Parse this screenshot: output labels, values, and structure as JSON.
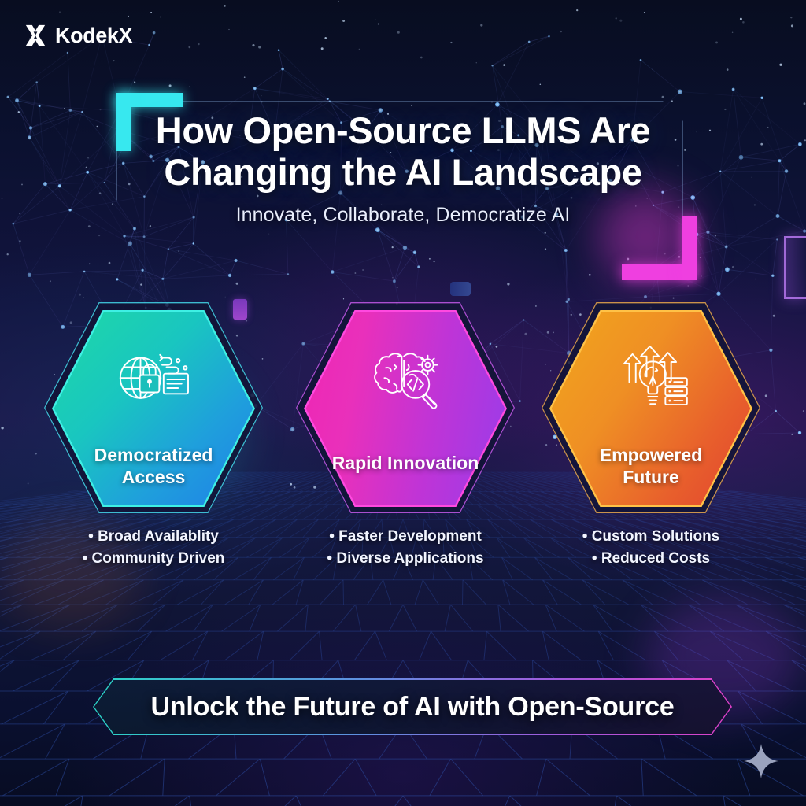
{
  "brand": {
    "name": "KodekX",
    "logo_icon": "x-mark-icon",
    "logo_color": "#ffffff"
  },
  "hero": {
    "headline_line1": "How Open-Source LLMS Are",
    "headline_line2": "Changing the AI Landscape",
    "subtitle": "Innovate, Collaborate, Democratize AI",
    "bracket_top_left_color": "#37e8ef",
    "bracket_bottom_right_color": "#ef3fe0"
  },
  "cards": [
    {
      "title_line1": "Democratized",
      "title_line2": "Access",
      "icon": "globe-lock-document-icon",
      "gradient_from": "#1ed9a6",
      "gradient_to": "#1f7fe8",
      "edge_color": "#3ef0e4",
      "bullets": [
        "Broad Availablity",
        "Community Driven"
      ]
    },
    {
      "title_line1": "Rapid Innovation",
      "title_line2": "",
      "icon": "brain-gear-code-search-icon",
      "gradient_from": "#ee27b4",
      "gradient_to": "#9a3ce9",
      "edge_color": "#ff49e0",
      "bullets": [
        "Faster Development",
        "Diverse Applications"
      ]
    },
    {
      "title_line1": "Empowered",
      "title_line2": "Future",
      "icon": "arrows-bulb-server-icon",
      "gradient_from": "#f2a61d",
      "gradient_to": "#e14330",
      "edge_color": "#ffc247",
      "bullets": [
        "Custom Solutions",
        "Reduced Costs"
      ]
    }
  ],
  "footer": {
    "cta_text": "Unlock the Future of AI with Open-Source",
    "border_from": "#2ad4c6",
    "border_to": "#e040c8"
  },
  "decor": {
    "sparkle_icon": "four-point-star-icon",
    "sparkle_color": "#9aa2bd",
    "background_style": "network-constellation-and-hex-grid",
    "background_top_color": "#080d20",
    "background_mid_color": "#1d1447"
  }
}
